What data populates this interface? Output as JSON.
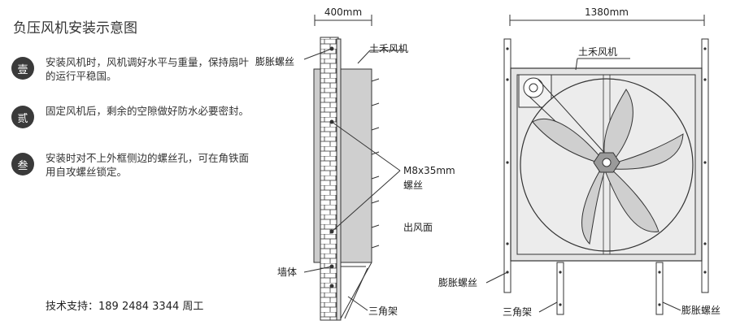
{
  "title": "负压风机安装示意图",
  "steps": [
    {
      "badge": "壹",
      "text": "安装风机时，风机调好水平与重量，保持扇叶的运行平稳国。"
    },
    {
      "badge": "贰",
      "text": "固定风机后，剩余的空隙做好防水必要密封。"
    },
    {
      "badge": "叁",
      "text": "安装时对不上外框侧边的螺丝孔，可在角铁面用自攻螺丝锁定。"
    }
  ],
  "contact": "技术支持：189 2484 3344 周工",
  "side_view": {
    "dimension": "400mm",
    "labels": {
      "expansion_screw": "膨胀螺丝",
      "fan": "土禾风机",
      "screw_spec_1": "M8x35mm",
      "screw_spec_2": "螺丝",
      "outlet": "出风面",
      "wall": "墙体",
      "bracket": "三角架"
    }
  },
  "front_view": {
    "dimension": "1380mm",
    "labels": {
      "fan": "土禾风机",
      "expansion_screw_left": "膨胀螺丝",
      "bracket": "三角架",
      "expansion_screw_right": "膨胀螺丝"
    }
  },
  "colors": {
    "panel": "#cfcfcf",
    "line": "#333333",
    "frame_bg": "#e4e4e4"
  }
}
